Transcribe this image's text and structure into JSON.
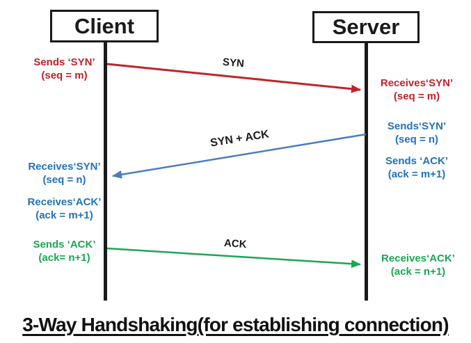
{
  "title": "3-Way Handshaking(for establishing connection)",
  "actors": {
    "client": "Client",
    "server": "Server"
  },
  "colors": {
    "red": "#c0222a",
    "blue": "#2372b5",
    "blue_arrow": "#4a7ebb",
    "green": "#1ca653",
    "black": "#1a1a1a"
  },
  "messages": [
    {
      "label": "SYN",
      "from": "client",
      "to": "server",
      "color": "red"
    },
    {
      "label": "SYN + ACK",
      "from": "server",
      "to": "client",
      "color": "blue"
    },
    {
      "label": "ACK",
      "from": "client",
      "to": "server",
      "color": "green"
    }
  ],
  "annotations": {
    "client_sends_syn": {
      "line1": "Sends ‘SYN’",
      "line2": "(seq = m)"
    },
    "server_receives_syn": {
      "line1": "Receives‘SYN’",
      "line2": "(seq = m)"
    },
    "server_sends_syn": {
      "line1": "Sends‘SYN’",
      "line2": "(seq = n)"
    },
    "server_sends_ack": {
      "line1": "Sends ‘ACK’",
      "line2": "(ack = m+1)"
    },
    "client_receives_syn": {
      "line1": "Receives‘SYN’",
      "line2": "(seq = n)"
    },
    "client_receives_ack": {
      "line1": "Receives‘ACK’",
      "line2": "(ack = m+1)"
    },
    "client_sends_ack": {
      "line1": "Sends ‘ACK’",
      "line2": "(ack= n+1)"
    },
    "server_receives_ack": {
      "line1": "Receives‘ACK’",
      "line2": "(ack = n+1)"
    }
  }
}
